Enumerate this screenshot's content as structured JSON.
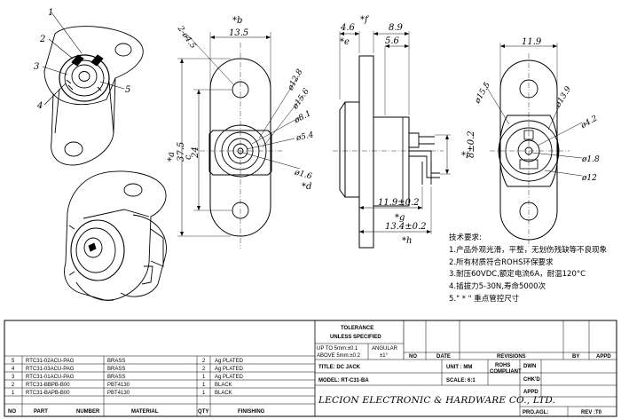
{
  "iso_callouts": [
    "1",
    "2",
    "3",
    "4",
    "5"
  ],
  "front_view": {
    "b_label": "*b",
    "width_135": "13.5",
    "hole_dia": "2-ø4.5",
    "od_128": "ø12.8",
    "od_156": "ø15.6",
    "od_81": "ø8.1",
    "od_54": "ø5.4",
    "pin_16": "ø1.6",
    "d_label": "*d",
    "a_label": "*a",
    "h_375": "37.5",
    "c_label": "c",
    "h_24": "24"
  },
  "side_view": {
    "e_46": "4.6",
    "e_label": "*e",
    "f_label": "*f",
    "f_89": "8.9",
    "f_56": "5.6",
    "i_8": "8±0.2",
    "i_label": "*i",
    "g_119": "11.9±0.2",
    "g_label": "*g",
    "h_134": "13.4±0.2",
    "h_label": "*h"
  },
  "back_view": {
    "w_119": "11.9",
    "d_155": "ø15.5",
    "d_139": "ø13.9",
    "d_42": "ø4.2",
    "d_18": "ø1.8",
    "d_12": "ø12"
  },
  "notes": {
    "title": "技术要求:",
    "lines": [
      "1.产品外观光滑，平整，无划伤残缺等不良现象",
      "2.所有材质符合ROHS环保要求",
      "3.耐压60VDC,额定电流6A，耐温120°C",
      "4.插拔力5-30N,寿命5000次",
      "5.\" * \" 重点管控尺寸"
    ]
  },
  "title_block": {
    "tolerance": "TOLERANCE",
    "unless": "UNLESS  SPECIFIED",
    "up_to": "UP TO 5mm:±0.1",
    "above": "ABOVE 5mm:±0.2",
    "angular": "ANGULAR",
    "angular_val": "±1°",
    "title": "TITLE: DC JACK",
    "model": "MODEL: RT-C31-BA",
    "unit": "UNIT : MM",
    "rohs": "ROHS",
    "compliant": "COMPLIANT",
    "scale": "SCALE: 6:1",
    "dwn": "DWN",
    "chkd": "CHK'D",
    "appd": "APPD",
    "company": "LECION ELECTRONIC & HARDWARE CO., LTD.",
    "proagl": "PRO.AGL:",
    "rev": "REV :T0",
    "no": "NO",
    "date": "DATE",
    "revisions": "REVISIONS",
    "by": "BY",
    "appd2": "APPD"
  },
  "bom": {
    "headers": [
      "NO",
      "PART",
      "NUMBER",
      "MATERIAL",
      "QTY",
      "FINISHING"
    ],
    "rows": [
      {
        "no": "5",
        "part": "RTC31-02ACU-PAG",
        "material": "BRASS",
        "qty": "2",
        "finish": "Ag PLATED"
      },
      {
        "no": "4",
        "part": "RTC31-03ACU-PAG",
        "material": "BRASS",
        "qty": "2",
        "finish": "Ag PLATED"
      },
      {
        "no": "3",
        "part": "RTC31-01ACU-PAG",
        "material": "BRASS",
        "qty": "1",
        "finish": "Ag PLATED"
      },
      {
        "no": "2",
        "part": "RTC31-BBPB-B00",
        "material": "PBT4130",
        "qty": "1",
        "finish": "BLACK"
      },
      {
        "no": "1",
        "part": "RTC31-BAPB-B00",
        "material": "PBT4130",
        "qty": "1",
        "finish": "BLACK"
      }
    ]
  }
}
